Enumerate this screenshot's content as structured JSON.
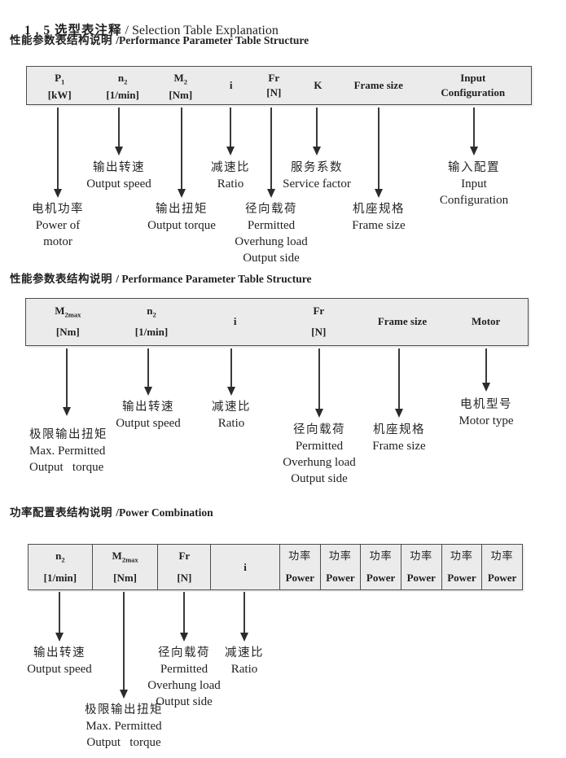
{
  "page_title": {
    "zh": "1 . 5 选型表注释",
    "sep": " / ",
    "en": "Selection Table Explanation"
  },
  "sections": [
    {
      "heading": {
        "zh": "性能参数表结构说明 ",
        "en": "/Performance Parameter Table Structure"
      },
      "columns": [
        {
          "sym": "P",
          "sub": "1",
          "unit": "[kW]"
        },
        {
          "sym": "n",
          "sub": "2",
          "unit": "[1/min]"
        },
        {
          "sym": "M",
          "sub": "2",
          "unit": "[Nm]"
        },
        {
          "sym": "i"
        },
        {
          "sym": "Fr",
          "unit": "[N]"
        },
        {
          "sym": "K"
        },
        {
          "sym": "Frame size"
        },
        {
          "sym": "Input",
          "unit": "Configuration"
        }
      ],
      "callouts": [
        {
          "lines": [
            "电机功率",
            "Power of",
            "motor"
          ]
        },
        {
          "lines": [
            "输出转速",
            "Output speed"
          ]
        },
        {
          "lines": [
            "输出扭矩",
            "Output torque"
          ]
        },
        {
          "lines": [
            "减速比",
            "Ratio"
          ]
        },
        {
          "lines": [
            "径向载荷",
            "Permitted",
            "Overhung load",
            "Output side"
          ]
        },
        {
          "lines": [
            "服务系数",
            "Service factor"
          ]
        },
        {
          "lines": [
            "机座规格",
            "Frame size"
          ]
        },
        {
          "lines": [
            "输入配置",
            "Input",
            "Configuration"
          ]
        }
      ]
    },
    {
      "heading": {
        "zh": "性能参数表结构说明 ",
        "en": "/ Performance Parameter Table Structure"
      },
      "columns": [
        {
          "sym": "M",
          "sub": "2max",
          "unit": "[Nm]"
        },
        {
          "sym": "n",
          "sub": "2",
          "unit": "[1/min]"
        },
        {
          "sym": "i"
        },
        {
          "sym": "Fr",
          "unit": "[N]"
        },
        {
          "sym": "Frame size"
        },
        {
          "sym": "Motor"
        }
      ],
      "callouts": [
        {
          "lines": [
            "极限输出扭矩",
            "Max. Permitted",
            "Output   torque"
          ]
        },
        {
          "lines": [
            "输出转速",
            "Output speed"
          ]
        },
        {
          "lines": [
            "减速比",
            "Ratio"
          ]
        },
        {
          "lines": [
            "径向载荷",
            "Permitted",
            "Overhung load",
            "Output side"
          ]
        },
        {
          "lines": [
            "机座规格",
            "Frame size"
          ]
        },
        {
          "lines": [
            "电机型号",
            "Motor type"
          ]
        }
      ]
    },
    {
      "heading": {
        "zh": "功率配置表结构说明 ",
        "en": "/Power Combination"
      },
      "columns": [
        {
          "sym": "n",
          "sub": "2",
          "unit": "[1/min]"
        },
        {
          "sym": "M",
          "sub": "2max",
          "unit": "[Nm]"
        },
        {
          "sym": "Fr",
          "unit": "[N]"
        },
        {
          "sym": "i"
        },
        {
          "zh": "功率",
          "en": "Power"
        },
        {
          "zh": "功率",
          "en": "Power"
        },
        {
          "zh": "功率",
          "en": "Power"
        },
        {
          "zh": "功率",
          "en": "Power"
        },
        {
          "zh": "功率",
          "en": "Power"
        },
        {
          "zh": "功率",
          "en": "Power"
        }
      ],
      "callouts": [
        {
          "lines": [
            "输出转速",
            "Output speed"
          ]
        },
        {
          "lines": [
            "极限输出扭矩",
            "Max. Permitted",
            "Output   torque"
          ]
        },
        {
          "lines": [
            "径向载荷",
            "Permitted",
            "Overhung load",
            "Output side"
          ]
        },
        {
          "lines": [
            "减速比",
            "Ratio"
          ]
        }
      ]
    }
  ]
}
